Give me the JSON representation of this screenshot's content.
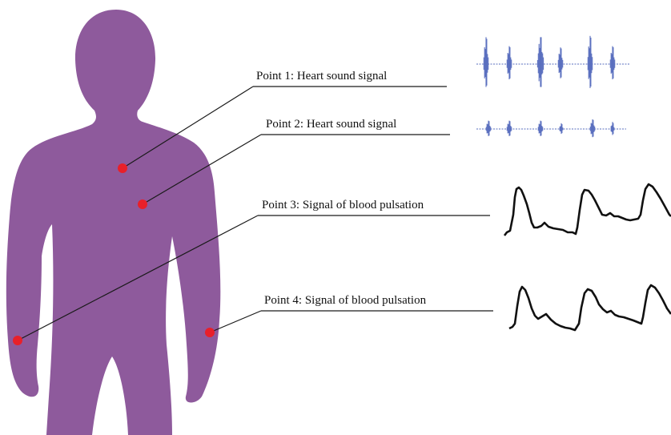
{
  "colors": {
    "silhouette": "#8e5a9c",
    "point": "#e8202a",
    "heart_wave": "#5a6fbf",
    "pulse_wave": "#111111",
    "leader": "#1a1a1a"
  },
  "points": [
    {
      "label": "Point 1: Heart sound signal",
      "location": "chest-left",
      "signal": "heart-sound"
    },
    {
      "label": "Point 2: Heart sound signal",
      "location": "chest-lower",
      "signal": "heart-sound"
    },
    {
      "label": "Point 3: Signal of blood pulsation",
      "location": "right-wrist",
      "signal": "blood-pulsation"
    },
    {
      "label": "Point 4: Signal of blood pulsation",
      "location": "left-wrist",
      "signal": "blood-pulsation"
    }
  ]
}
